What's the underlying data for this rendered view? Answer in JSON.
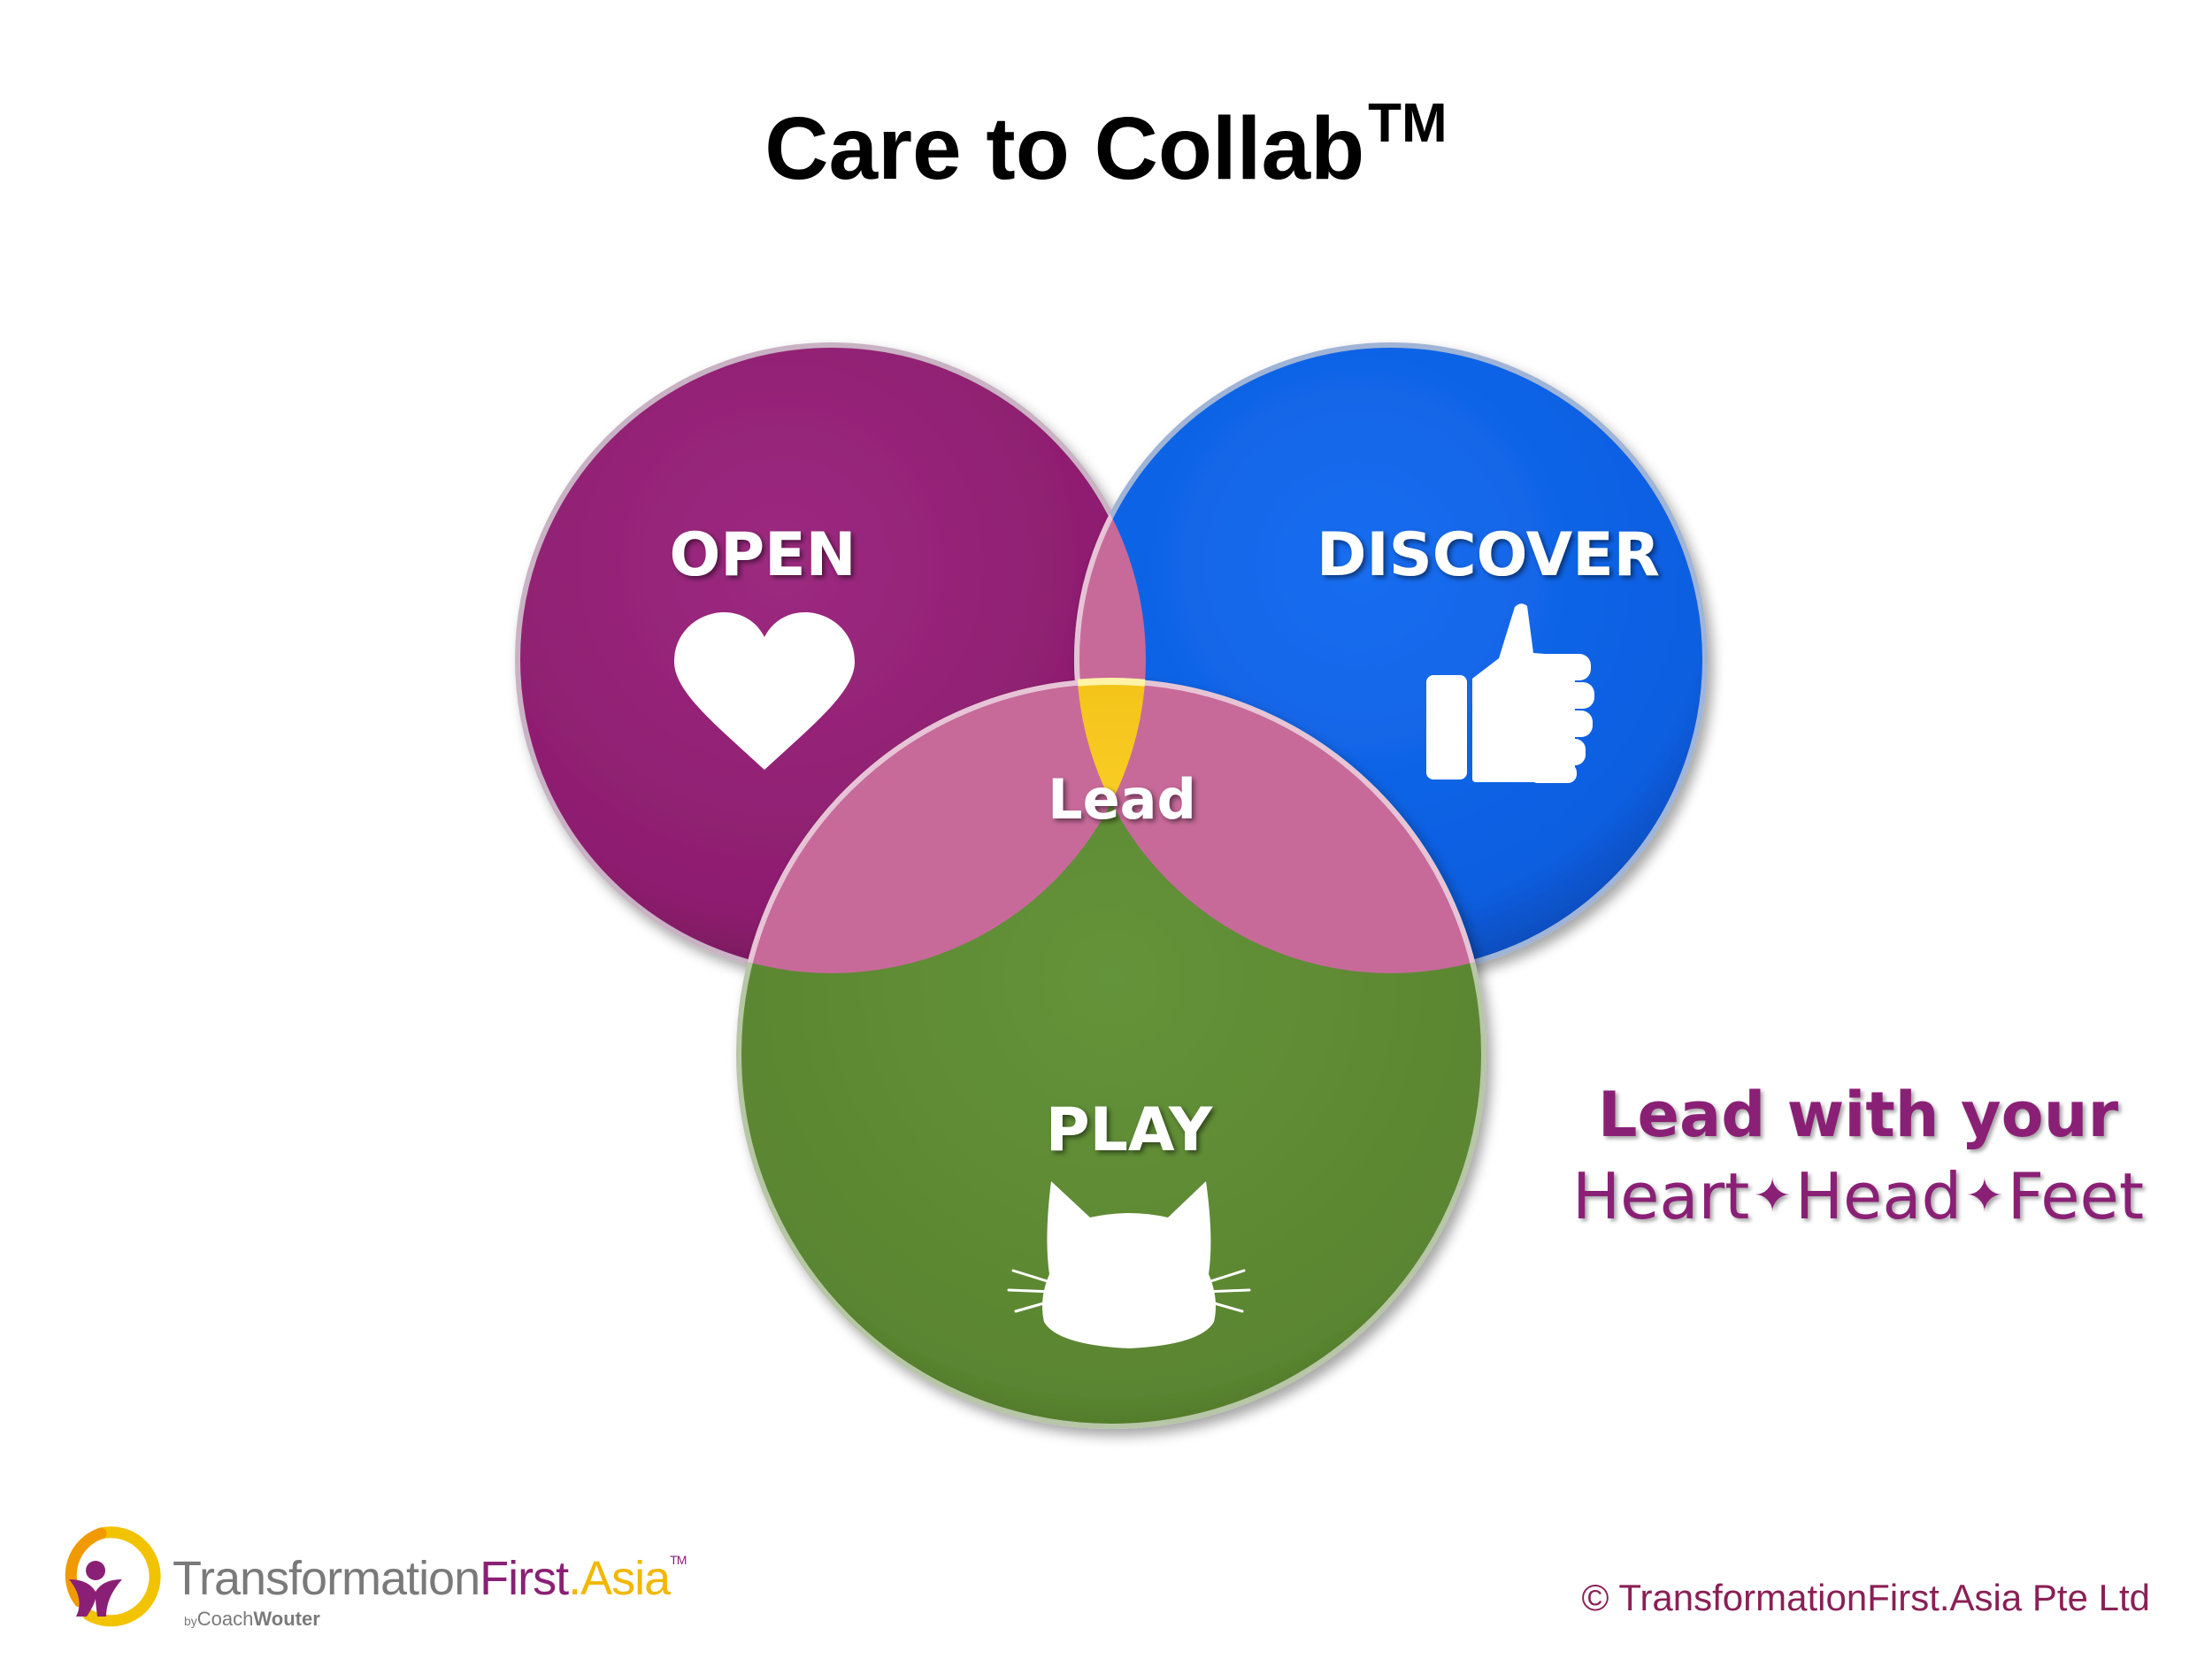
{
  "title": {
    "text": "Care to Collab",
    "trademark": "TM"
  },
  "circles": {
    "open": {
      "label": "OPEN",
      "icon": "heart-icon",
      "color": "#8f1f70"
    },
    "discover": {
      "label": "DISCOVER",
      "icon": "thumbs-up-icon",
      "color": "#0a5ee0"
    },
    "play": {
      "label": "PLAY",
      "icon": "cat-face-icon",
      "color": "#5a8530"
    }
  },
  "center": {
    "label": "Lead",
    "color": "#f7c400"
  },
  "overlap_color": "#c76a9a",
  "tagline": {
    "line1": "Lead with your",
    "word1": "Heart",
    "word2": "Head",
    "word3": "Feet",
    "separator": "✦",
    "color": "#8a2075"
  },
  "footer": {
    "logo": {
      "part1": "Transformation",
      "part2": "First",
      "part3": ".Asia",
      "tm": "TM",
      "by": "by",
      "coach": "Coach",
      "wouter": "Wouter"
    },
    "copyright": "© TransformationFirst.Asia Pte Ltd"
  }
}
